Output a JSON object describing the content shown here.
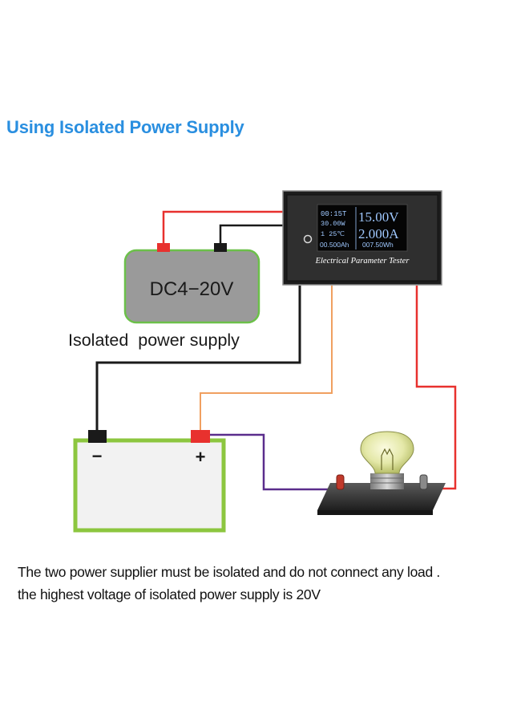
{
  "heading": "Using Isolated Power Supply",
  "meter": {
    "label": "Electrical Parameter Tester",
    "readouts": {
      "time": "00:15T",
      "power": "30.00W",
      "temp": "1  25℃",
      "capacity": "00.500Ah",
      "energy": "007.50Wh",
      "voltage": "15.00V",
      "current": "2.000A"
    }
  },
  "psu": {
    "label": "DC4−20V",
    "caption": "Isolated  power supply"
  },
  "battery": {
    "minus": "−",
    "plus": "+"
  },
  "notes": {
    "line1": "The two power supplier must be isolated and do not connect any load .",
    "line2": "the highest voltage of isolated power supply is 20V"
  },
  "colors": {
    "heading": "#2a8fe0",
    "wire_red": "#e8312e",
    "wire_black": "#1a1a1a",
    "wire_orange": "#f0a060",
    "wire_purple": "#5a2d8c",
    "psu_fill": "#9a9a9a",
    "psu_border": "#6cc04a",
    "battery_border": "#8cc63f",
    "meter_body": "#2b2b2b",
    "screen_text": "#9fc8ff"
  }
}
